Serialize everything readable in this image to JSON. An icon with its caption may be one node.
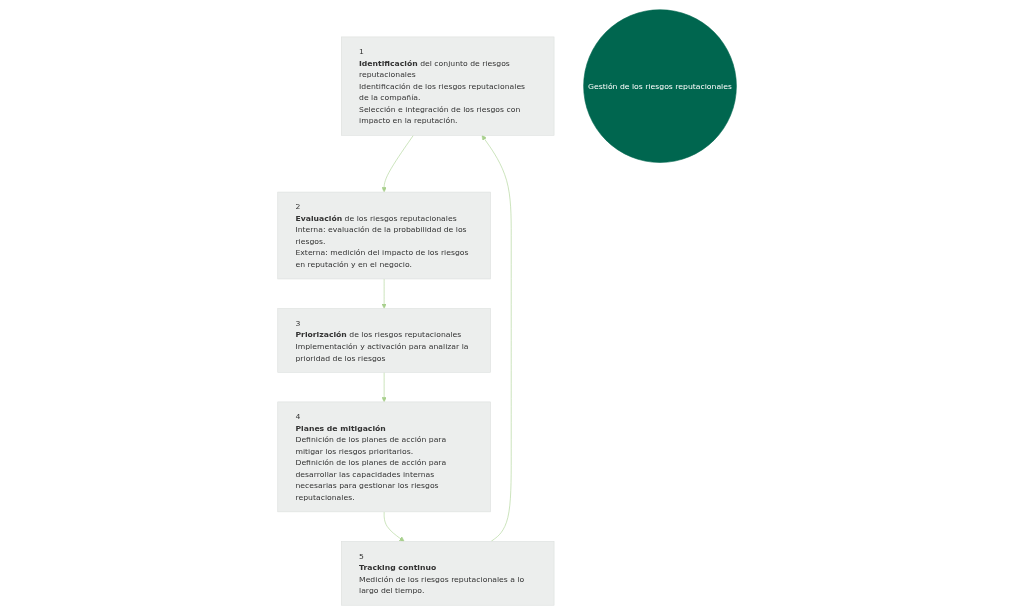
{
  "diagram": {
    "nodes": [
      {
        "text": [
          "1",
          "**Identificación** del conjunto de riesgos reputacionales",
          "Identificación de los riesgos reputacionales de la compañía.",
          "Selección e integración de los riesgos con impacto en la reputación."
        ]
      },
      {
        "text": [
          "2",
          "**Evaluación** de los riesgos reputacionales",
          "Interna: evaluación de la probabilidad de los riesgos.",
          "Externa: medición del impacto de los riesgos en reputación y en el negocio."
        ]
      },
      {
        "text": [
          "3",
          "**Priorización** de los riesgos reputacionales",
          "Implementación y activación para analizar la prioridad de los riesgos"
        ]
      },
      {
        "text": [
          "4",
          "**Planes de mitigación**",
          "Definición de los planes de acción para mitigar los riesgos prioritarios.",
          "Definición de los planes de acción para desarrollar las capacidades internas necesarias para gestionar los riesgos reputacionales."
        ]
      },
      {
        "text": [
          "5",
          "**Tracking continuo**",
          "Medición de los riesgos reputacionales a lo largo del tiempo."
        ]
      },
      {
        "text": [
          "Gestión de los riesgos reputacionales"
        ]
      }
    ],
    "edges": [
      {
        "from": 0,
        "to": 1,
        "arrow": "to"
      },
      {
        "from": 1,
        "to": 2,
        "arrow": "to"
      },
      {
        "from": 2,
        "to": 3,
        "arrow": "to"
      },
      {
        "from": 3,
        "to": 4,
        "arrow": "to"
      },
      {
        "from": 4,
        "to": 0,
        "arrow": "to"
      }
    ]
  }
}
